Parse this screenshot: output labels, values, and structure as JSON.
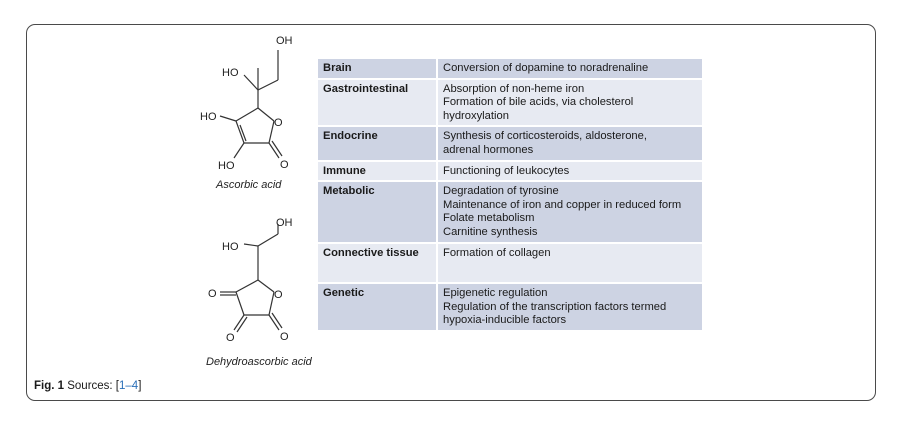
{
  "structures": {
    "ascorbic": {
      "name": "Ascorbic acid",
      "atoms": [
        "OH",
        "HO",
        "HO",
        "O",
        "HO",
        "O"
      ]
    },
    "dehydroascorbic": {
      "name": "Dehydroascorbic acid",
      "atoms": [
        "OH",
        "HO",
        "O",
        "O",
        "O",
        "O"
      ]
    }
  },
  "table": {
    "rows": [
      {
        "system": "Brain",
        "functions": [
          "Conversion of dopamine to noradrenaline"
        ]
      },
      {
        "system": "Gastrointestinal",
        "functions": [
          "Absorption of non-heme iron",
          "Formation of bile acids, via cholesterol",
          "hydroxylation"
        ]
      },
      {
        "system": "Endocrine",
        "functions": [
          "Synthesis of corticosteroids, aldosterone,",
          "adrenal hormones"
        ]
      },
      {
        "system": "Immune",
        "functions": [
          "Functioning of leukocytes"
        ]
      },
      {
        "system": "Metabolic",
        "functions": [
          "Degradation of tyrosine",
          "Maintenance of iron and copper in reduced form",
          "Folate metabolism",
          "Carnitine synthesis"
        ]
      },
      {
        "system": "Connective tissue",
        "functions": [
          "Formation of collagen"
        ]
      },
      {
        "system": "Genetic",
        "functions": [
          "Epigenetic regulation",
          "Regulation of the transcription factors termed",
          "hypoxia-inducible factors"
        ]
      }
    ]
  },
  "caption": {
    "label": "Fig. 1",
    "text_prefix": "Sources: [",
    "refs": "1–4",
    "text_suffix": "]"
  },
  "colors": {
    "row_dark": "#cdd3e3",
    "row_light": "#e7eaf2",
    "link": "#2a6fb8"
  }
}
